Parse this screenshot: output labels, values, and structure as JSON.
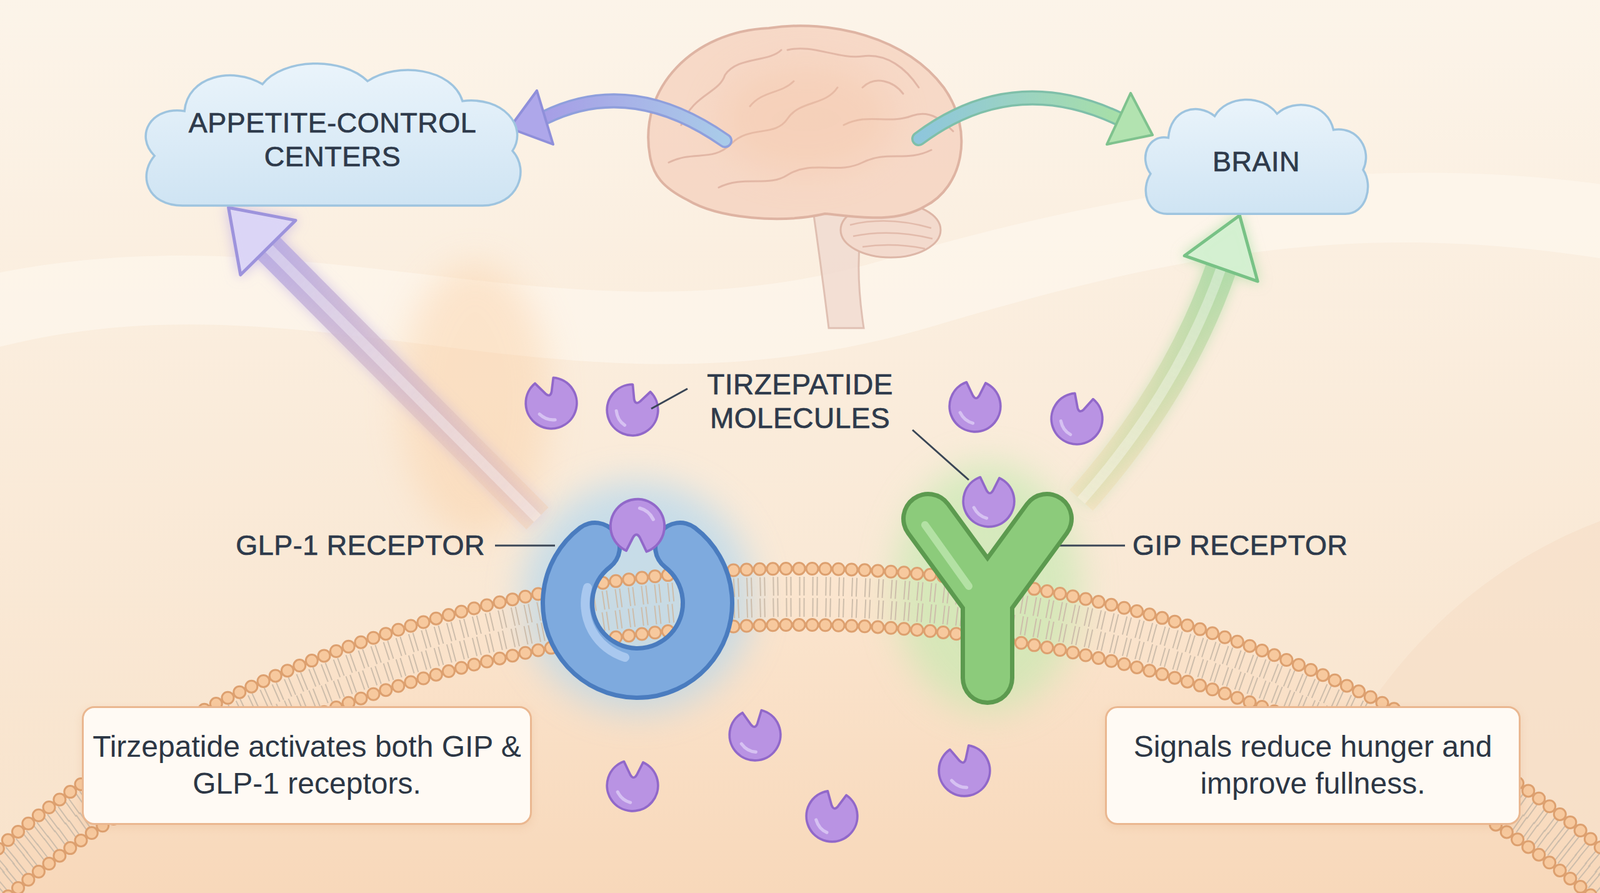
{
  "diagram": {
    "nodes": [
      {
        "text": [
          "APPETITE-CONTROL CENTERS"
        ]
      },
      {
        "text": [
          "BRAIN"
        ]
      },
      {
        "text": [
          "GLP-1 RECEPTOR"
        ]
      },
      {
        "text": [
          "GIP RECEPTOR"
        ]
      },
      {
        "text": [
          "Tirzepatide activates both GIP & GLP-1 receptors."
        ]
      },
      {
        "text": [
          "Signals reduce hunger and improve fullness."
        ]
      }
    ],
    "edges": [
      {
        "from": 2,
        "to": 0,
        "arrow": "to"
      },
      {
        "from": 3,
        "to": 1,
        "arrow": "to"
      }
    ],
    "labels": [
      "TIRZEPATIDE MOLECULES"
    ]
  }
}
